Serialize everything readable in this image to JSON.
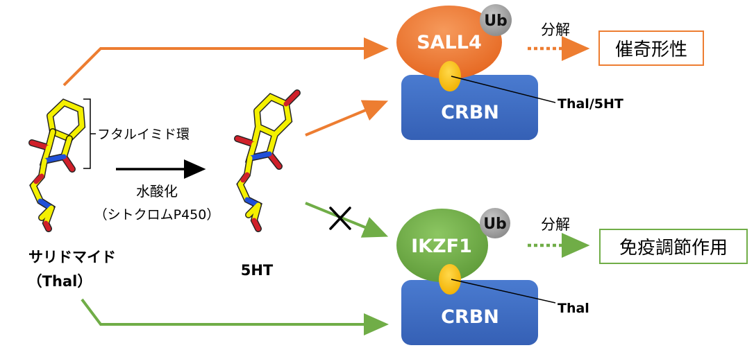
{
  "molecules": {
    "thal_name": "サリドマイド",
    "thal_abbr": "（Thal）",
    "ring_label": "フタルイミド環",
    "product_name": "5HT"
  },
  "reaction": {
    "label": "水酸化",
    "enzyme": "（シトクロムP450）"
  },
  "complex_top": {
    "substrate": "SALL4",
    "ligase": "CRBN",
    "ubiquitin": "Ub",
    "ligand_label": "Thal/5HT",
    "process": "分解",
    "outcome": "催奇形性"
  },
  "complex_bottom": {
    "substrate": "IKZF1",
    "ligase": "CRBN",
    "ubiquitin": "Ub",
    "ligand_label": "Thal",
    "process": "分解",
    "outcome": "免疫調節作用"
  },
  "colors": {
    "orange": "#ED7D31",
    "green": "#70AD47",
    "crbn_blue": "#3F6FC2",
    "ligand_yellow": "#FFC000",
    "ub_gray": "#999999",
    "carbon_yellow": "#F4F000",
    "oxygen_red": "#D0202A",
    "nitrogen_blue": "#2050D8"
  }
}
